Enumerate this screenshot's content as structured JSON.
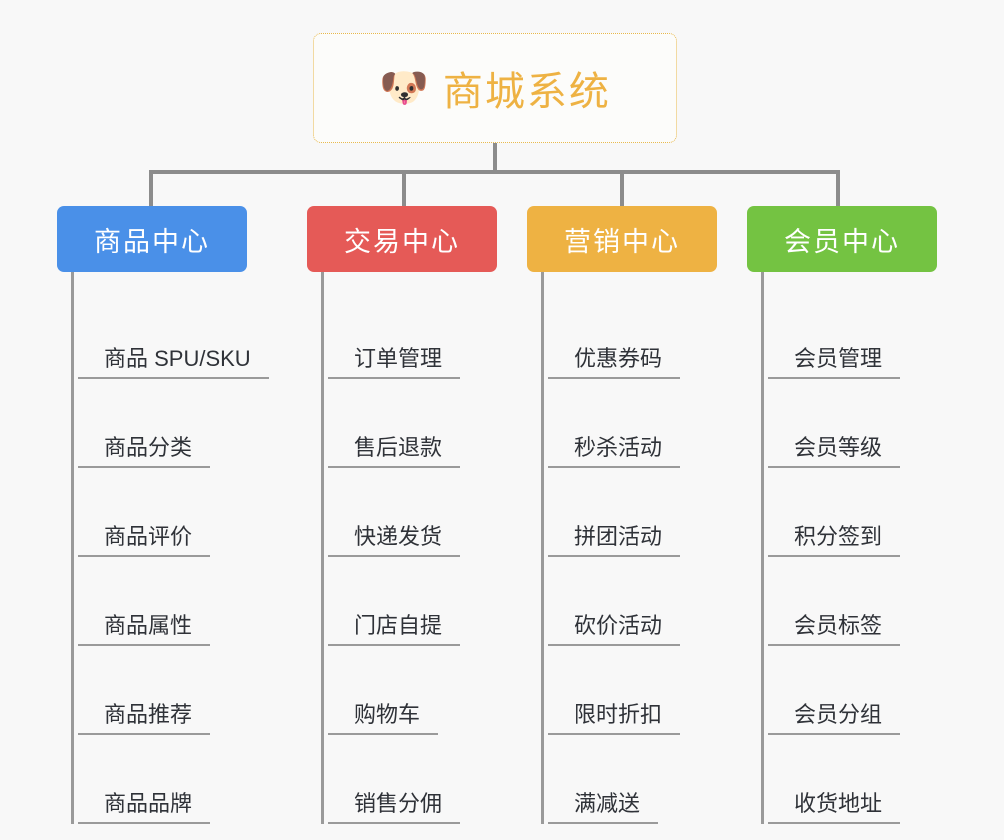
{
  "page": {
    "background_color": "#f8f8f8",
    "connector_color": "#8c8c8c",
    "leaf_line_color": "#9a9a9a"
  },
  "root": {
    "icon": "shiba-dog-emoji",
    "emoji": "🐶",
    "title": "商城系统",
    "text_color": "#eeb243",
    "border_color": "#e8b84b"
  },
  "branches": [
    {
      "id": "product-center",
      "label": "商品中心",
      "color": "#4a90e8",
      "items": [
        {
          "label": "商品 SPU/SKU"
        },
        {
          "label": "商品分类"
        },
        {
          "label": "商品评价"
        },
        {
          "label": "商品属性"
        },
        {
          "label": "商品推荐"
        },
        {
          "label": "商品品牌"
        }
      ]
    },
    {
      "id": "trade-center",
      "label": "交易中心",
      "color": "#e55a57",
      "items": [
        {
          "label": "订单管理"
        },
        {
          "label": "售后退款"
        },
        {
          "label": "快递发货"
        },
        {
          "label": "门店自提"
        },
        {
          "label": "购物车"
        },
        {
          "label": "销售分佣"
        }
      ]
    },
    {
      "id": "marketing-center",
      "label": "营销中心",
      "color": "#eeb243",
      "items": [
        {
          "label": "优惠券码"
        },
        {
          "label": "秒杀活动"
        },
        {
          "label": "拼团活动"
        },
        {
          "label": "砍价活动"
        },
        {
          "label": "限时折扣"
        },
        {
          "label": "满减送"
        }
      ]
    },
    {
      "id": "member-center",
      "label": "会员中心",
      "color": "#74c342",
      "items": [
        {
          "label": "会员管理"
        },
        {
          "label": "会员等级"
        },
        {
          "label": "积分签到"
        },
        {
          "label": "会员标签"
        },
        {
          "label": "会员分组"
        },
        {
          "label": "收货地址"
        }
      ]
    }
  ]
}
